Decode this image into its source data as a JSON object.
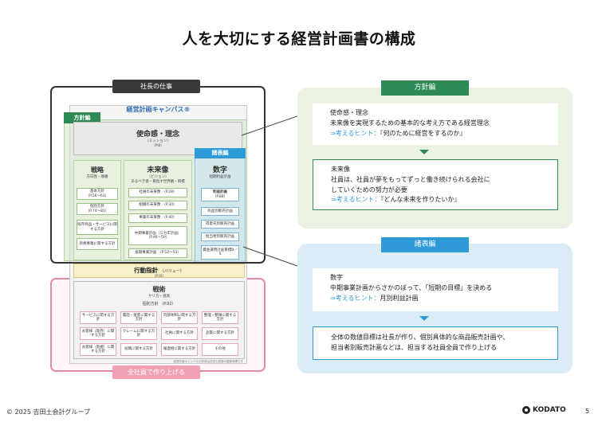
{
  "title": "人を大切にする経営計画書の構成",
  "diagram": {
    "owner_label": "社長の仕事",
    "staff_label": "全社員で作り上げる",
    "canvas_title": "経営計画キャンバス®",
    "houshin_tag": "方針編",
    "shohyo_tag": "諸表編",
    "mission": {
      "title": "使命感・理念",
      "sub": "（ミッション）",
      "page": "（P.8）"
    },
    "strategy": {
      "title": "戦略",
      "sub": "方向性・順番",
      "items": [
        {
          "label": "基本方針",
          "page": "（P.56～63）"
        },
        {
          "label": "個別方針",
          "page": "（P.74～81）"
        },
        {
          "label": "既存商品・サービスに関する方針",
          "page": ""
        },
        {
          "label": "新規事業に関する方針",
          "page": ""
        }
      ]
    },
    "vision": {
      "title": "未来像",
      "sub": "（ビジョン）",
      "desc": "あるべき姿・目指す世界観・目標",
      "items": [
        {
          "label": "社員の未来像",
          "page": "（P.28）"
        },
        {
          "label": "組織の未来像",
          "page": "（P.34）"
        },
        {
          "label": "事業の未来像",
          "page": "（P.40）"
        },
        {
          "label": "中期事業計画（５カ年計画）",
          "page": "（P.46～50）"
        },
        {
          "label": "長期事業計画",
          "page": "（P.52～53）"
        }
      ]
    },
    "numbers": {
      "title": "数字",
      "sub": "短期利益計画",
      "items": [
        {
          "label": "利益計画",
          "page": "（P.88）"
        },
        {
          "label": "商品別販売計画",
          "page": ""
        },
        {
          "label": "得意先別販売計画",
          "page": ""
        },
        {
          "label": "担当者別販売計画",
          "page": ""
        },
        {
          "label": "資金運用計画目標B／S",
          "page": ""
        }
      ]
    },
    "action": {
      "title": "行動指針",
      "sub": "（バリュー）",
      "page": "（P.16）"
    },
    "tactics": {
      "title": "戦術",
      "sub": "ヤリ方・道具",
      "policy": "個別方針",
      "page": "（P.92）",
      "items": [
        "サービスに関する方針",
        "電話・接客に関する方針",
        "内部体制に関する方針",
        "整理・整頓に関する方針",
        "お客様（既存）に関する方針",
        "クレームに関する方針",
        "社員に関する方針",
        "品質に関する方針",
        "お客様（新規）に関する方針",
        "役職に関する方針",
        "報連相に関する方針",
        "その他"
      ]
    },
    "footnote": "経営計画キャンバスの作成は吉田土経営の登録商標です"
  },
  "panels": {
    "houshin": {
      "tab": "方針編",
      "card1": {
        "heading": "使命感・理念",
        "body": "未来像を実現するための基本的な考え方である経営理念",
        "hint": "⇒考えるヒント：",
        "hint_text": "『何のために経営をするのか』"
      },
      "card2": {
        "heading": "未来像",
        "body1": "社員は、社員が夢をもってずっと働き続けられる会社に",
        "body2": "していくための努力が必要",
        "hint": "⇒考えるヒント：",
        "hint_text": "『どんな未来を作りたいか』"
      }
    },
    "shohyo": {
      "tab": "諸表編",
      "card1": {
        "heading": "数字",
        "body": "中期事業計画からさかのぼって、「短期の目標」を決める",
        "hint": "⇒考えるヒント：",
        "hint_text": "月別利益計画"
      },
      "card2": {
        "body1": "全体の数値目標は社長が作り、個別具体的な商品販売計画や、",
        "body2": "担当者別販売計画などは、担当する社員全員で作り上げる"
      }
    }
  },
  "footer": {
    "copyright": "© 2025 吉田土会計グループ",
    "logo": "KODATO",
    "page": "5"
  },
  "colors": {
    "green": "#2e8b57",
    "blue": "#2f9ad8",
    "pink": "#e58aa6"
  }
}
